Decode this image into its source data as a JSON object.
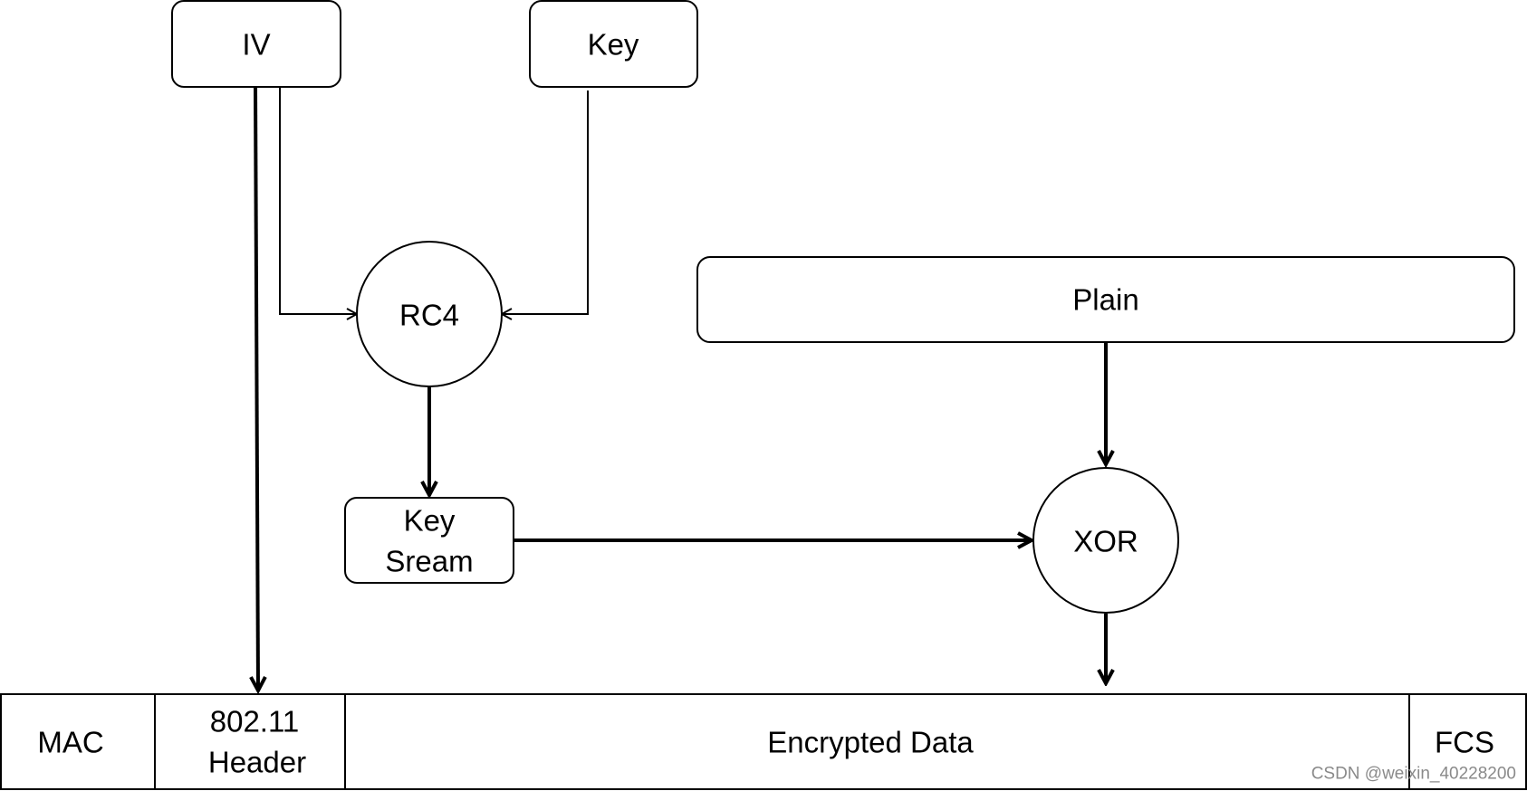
{
  "nodes": {
    "iv": "IV",
    "key": "Key",
    "rc4": "RC4",
    "plain": "Plain",
    "key_stream_line1": "Key",
    "key_stream_line2": "Sream",
    "xor": "XOR"
  },
  "frame": {
    "mac": "MAC",
    "header_line1": "802.11",
    "header_line2": "Header",
    "encrypted_data": "Encrypted Data",
    "fcs": "FCS"
  },
  "watermark": "CSDN @weixin_40228200"
}
